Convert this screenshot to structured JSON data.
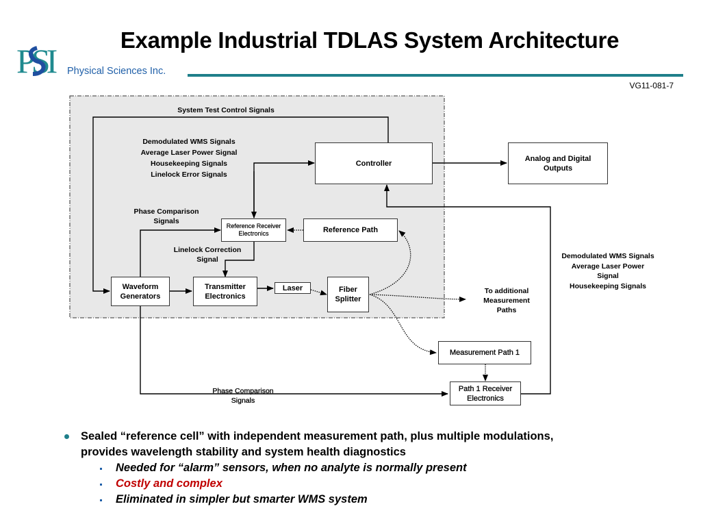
{
  "slide": {
    "title": "Example Industrial TDLAS System Architecture",
    "company": "Physical Sciences Inc.",
    "logo_text": "PSI",
    "doc_id": "VG11-081-7",
    "colors": {
      "accent": "#1f7f8a",
      "company_text": "#1f5fa8",
      "highlight": "#c00000",
      "panel": "#e8e8e8"
    }
  },
  "diagram": {
    "boxes": {
      "controller": "Controller",
      "outputs": "Analog and Digital Outputs",
      "ref_receiver": "Reference Receiver Electronics",
      "ref_path": "Reference Path",
      "waveform": "Waveform Generators",
      "transmitter": "Transmitter Electronics",
      "laser": "Laser",
      "splitter": "Fiber Splitter",
      "meas_path": "Measurement Path 1",
      "path_receiver": "Path 1 Receiver Electronics"
    },
    "labels": {
      "system_test": "System Test Control Signals",
      "signals_group": [
        "Demodulated WMS Signals",
        "Average Laser Power Signal",
        "Housekeeping Signals",
        "Linelock Error Signals"
      ],
      "phase_top": "Phase Comparison Signals",
      "linelock_corr": "Linelock Correction Signal",
      "additional": "To additional Measurement Paths",
      "right_group": [
        "Demodulated WMS Signals",
        "Average Laser Power Signal",
        "Housekeeping Signals"
      ],
      "phase_bottom": "Phase Comparison Signals"
    }
  },
  "bullets": [
    {
      "text": "Sealed “reference cell” with independent measurement path, plus multiple modulations, provides wavelength stability and system health diagnostics",
      "sub": [
        {
          "text": "Needed for “alarm” sensors, when no analyte is normally present",
          "highlight": false
        },
        {
          "text": "Costly and complex",
          "highlight": true
        },
        {
          "text": "Eliminated in simpler but smarter WMS system",
          "highlight": false
        }
      ]
    }
  ]
}
